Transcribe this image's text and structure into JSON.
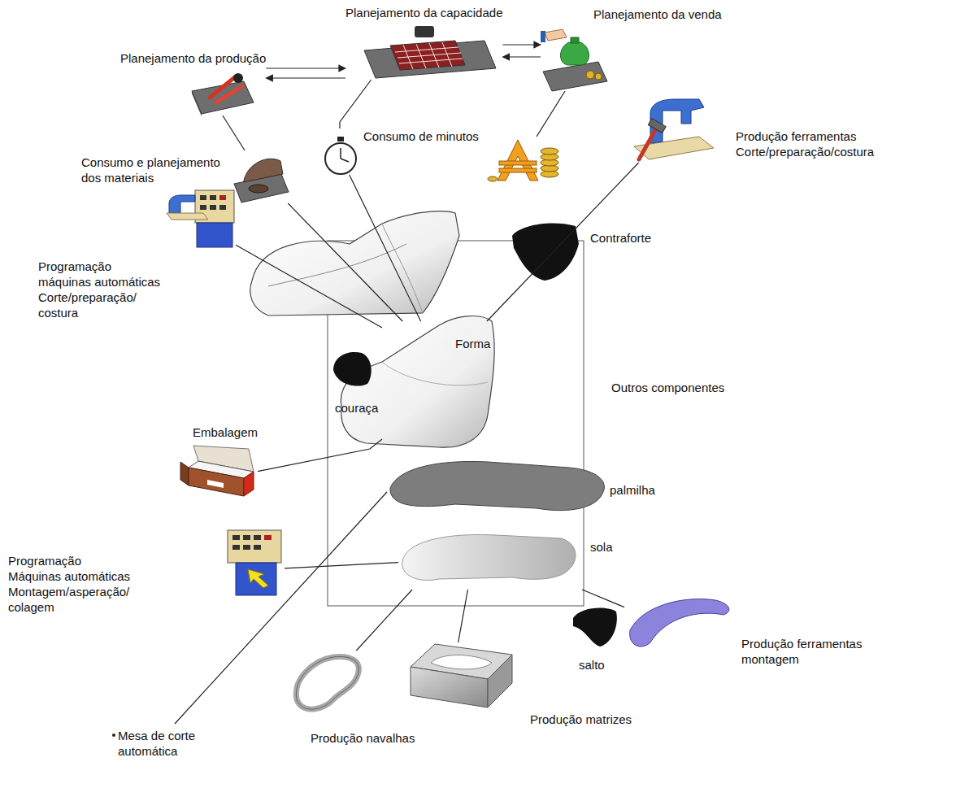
{
  "diagram": {
    "nodes": [
      {
        "text": [
          "Planejamento da capacidade"
        ]
      },
      {
        "text": [
          "Planejamento da venda"
        ]
      },
      {
        "text": [
          "Planejamento da produção"
        ]
      },
      {
        "text": [
          "Consumo e planejamento dos materiais"
        ]
      },
      {
        "text": [
          "Consumo de minutos"
        ]
      },
      {
        "text": [
          "Produção ferramentas Corte/preparação/costura"
        ]
      },
      {
        "text": [
          "Contraforte"
        ]
      },
      {
        "text": [
          "Programação máquinas automáticas Corte/preparação/ costura"
        ]
      },
      {
        "text": [
          "Forma"
        ]
      },
      {
        "text": [
          "couraça"
        ]
      },
      {
        "text": [
          "Embalagem"
        ]
      },
      {
        "text": [
          "palmilha"
        ]
      },
      {
        "text": [
          "sola"
        ]
      },
      {
        "text": [
          "Programação Máquinas automáticas Montagem/asperação/ colagem"
        ]
      },
      {
        "text": [
          "Produção ferramentas montagem"
        ]
      },
      {
        "text": [
          "salto"
        ]
      },
      {
        "text": [
          "Produção matrizes"
        ]
      },
      {
        "text": [
          "Produção navalhas"
        ]
      }
    ],
    "edges": [
      {
        "from": 2,
        "to": 0,
        "arrow": "to"
      },
      {
        "from": 0,
        "to": 2,
        "arrow": "to"
      },
      {
        "from": 0,
        "to": 1,
        "arrow": "to"
      },
      {
        "from": 1,
        "to": 0,
        "arrow": "to"
      },
      {
        "from": 0,
        "to": 4,
        "arrow": "none"
      },
      {
        "from": 2,
        "to": 3,
        "arrow": "none"
      },
      {
        "from": 3,
        "to": 8,
        "arrow": "none"
      },
      {
        "from": 4,
        "to": 8,
        "arrow": "none"
      },
      {
        "from": 5,
        "to": 8,
        "arrow": "none"
      },
      {
        "from": 7,
        "to": 8,
        "arrow": "none"
      },
      {
        "from": 10,
        "to": 8,
        "arrow": "none"
      },
      {
        "from": 13,
        "to": 12,
        "arrow": "none"
      },
      {
        "from": 14,
        "to": 12,
        "arrow": "none"
      },
      {
        "from": 16,
        "to": 12,
        "arrow": "none"
      },
      {
        "from": 17,
        "to": 12,
        "arrow": "none"
      }
    ],
    "labels": [
      "Outros componentes",
      "Mesa de corte automática"
    ]
  }
}
